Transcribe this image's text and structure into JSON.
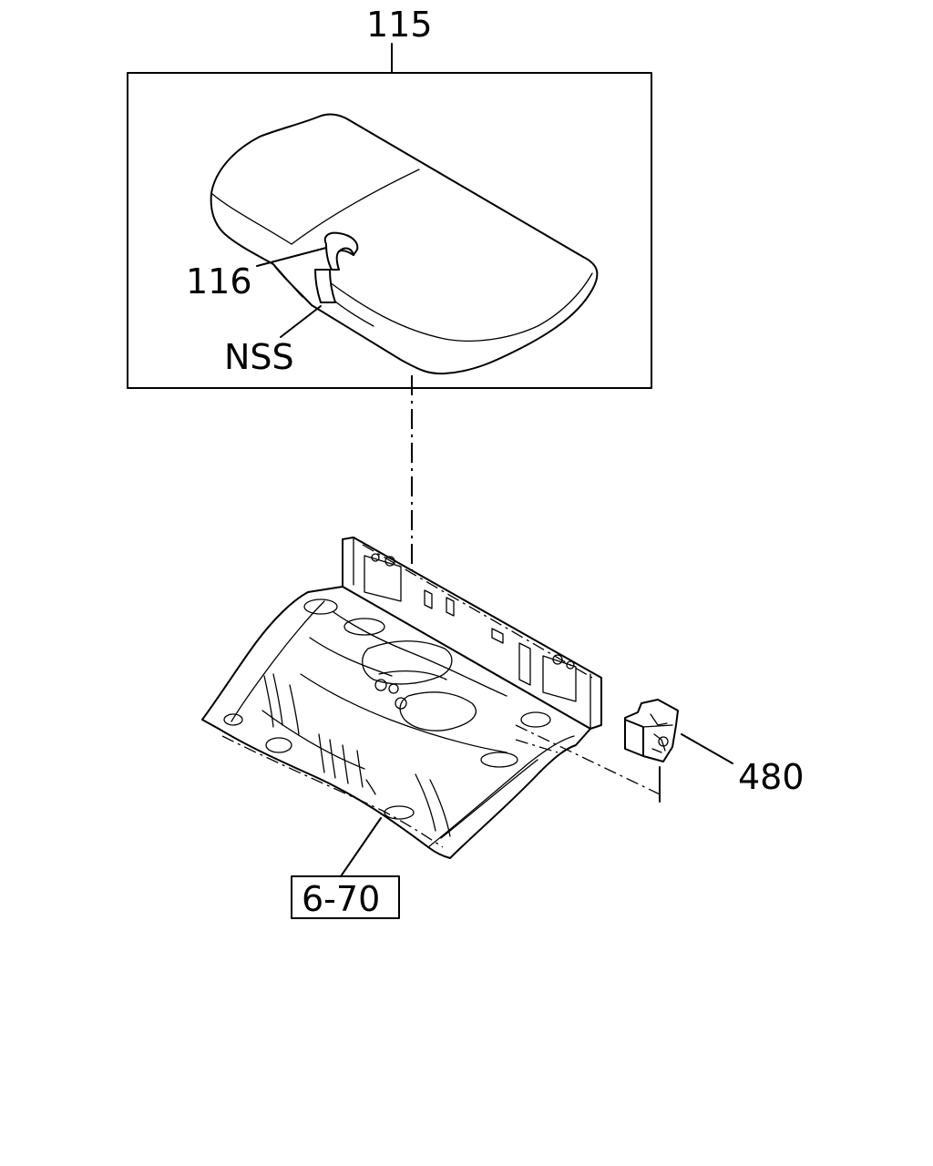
{
  "callouts": {
    "seat_assembly": "115",
    "clip": "116",
    "not_serviced": "NSS",
    "pad": "480",
    "floor_panel_ref": "6-70"
  }
}
